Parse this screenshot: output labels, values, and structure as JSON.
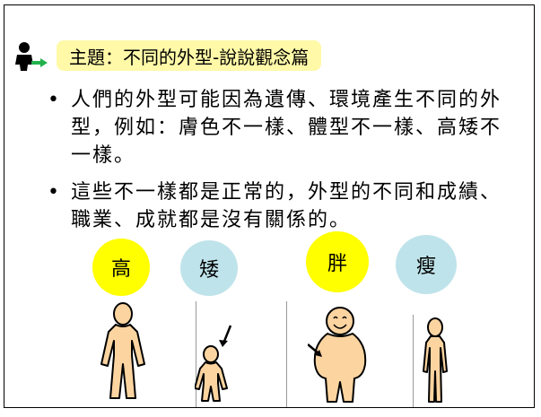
{
  "title": "主題：不同的外型-說說觀念篇",
  "bullets": [
    "人們的外型可能因為遺傳、環境產生不同的外型，例如：膚色不一樣、體型不一樣、高矮不一樣。",
    "這些不一樣都是正常的，外型的不同和成績、職業、成就都是沒有關係的。"
  ],
  "bullet_symbol": "•",
  "labels": {
    "tall": "高",
    "short": "矮",
    "fat": "胖",
    "thin": "瘦"
  },
  "colors": {
    "title_bg": "#fff9a8",
    "circle_yellow": "#ffff00",
    "circle_blue": "#bfe3ea",
    "skin": "#fcd4a0"
  },
  "icons": [
    "person-arrow-icon",
    "tall-person-figure",
    "short-person-figure",
    "fat-person-figure",
    "thin-person-figure"
  ]
}
